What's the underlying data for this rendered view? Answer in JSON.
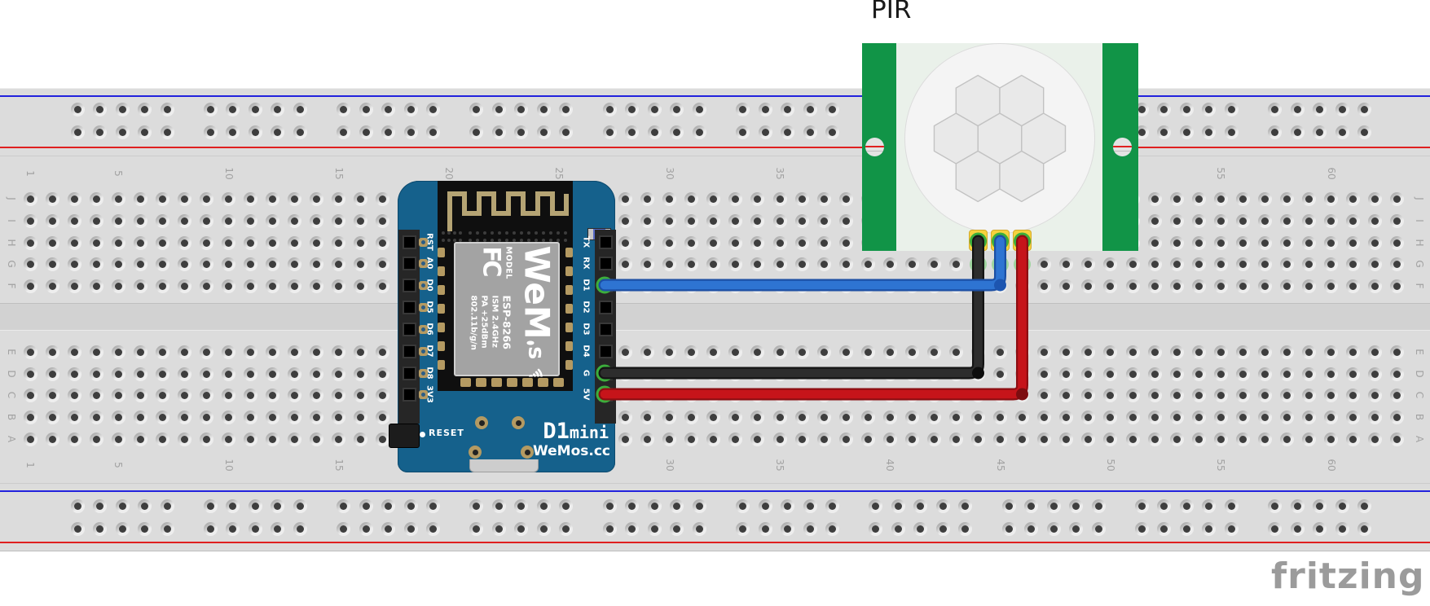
{
  "canvas": {
    "background": "#ffffff"
  },
  "pir": {
    "label": "PIR",
    "board_color": "#119447",
    "pad_color": "#f6d23d"
  },
  "breadboard": {
    "row_letters_top": [
      "J",
      "I",
      "H",
      "G",
      "F"
    ],
    "row_letters_bottom": [
      "E",
      "D",
      "C",
      "B",
      "A"
    ],
    "column_numbers": [
      "1",
      "5",
      "10",
      "15",
      "20",
      "25",
      "30",
      "35",
      "40",
      "45",
      "50",
      "55",
      "60"
    ],
    "rail_blue_color": "#2222dd",
    "rail_red_color": "#e02020"
  },
  "wemos": {
    "left_pin_labels": [
      "RST",
      "A0",
      "D0",
      "D5",
      "D6",
      "D7",
      "D8",
      "3V3"
    ],
    "right_pin_labels": [
      "TX",
      "RX",
      "D1",
      "D2",
      "D3",
      "D4",
      "G",
      "5V"
    ],
    "reset_label": "RESET",
    "name_prefix": "D1",
    "name_suffix": "mini",
    "site": "WeMos.cc",
    "shield": {
      "logo_a": "WeM",
      "logo_b": "s",
      "model_label": "MODEL",
      "fcc": "FC",
      "spec_lines": [
        "ESP-8266",
        "ISM 2.4GHz",
        "PA +25dBm",
        "802.11b/g/n"
      ]
    }
  },
  "wires": [
    {
      "id": "wire-signal",
      "color": "#2e74d2",
      "outline": "#1c4fa4",
      "joint": "#1d55b0"
    },
    {
      "id": "wire-ground",
      "color": "#2d2d2d",
      "outline": "#141414",
      "joint": "#0d0d0d"
    },
    {
      "id": "wire-power",
      "color": "#c6141a",
      "outline": "#8c0e12",
      "joint": "#7d0d10"
    }
  ],
  "watermark": {
    "label": "fritzing"
  }
}
